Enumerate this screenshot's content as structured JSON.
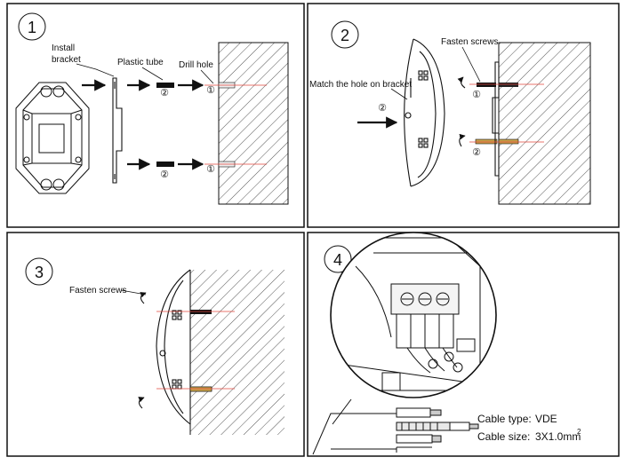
{
  "steps": [
    {
      "number": "1",
      "labels": {
        "install_bracket_line1": "Install",
        "install_bracket_line2": "bracket",
        "plastic_tube": "Plastic tube",
        "drill_hole": "Drill hole"
      },
      "markers": [
        "②",
        "①",
        "②",
        "①"
      ]
    },
    {
      "number": "2",
      "labels": {
        "fasten_screws": "Fasten screws",
        "match_hole": "Match the hole on bracket"
      },
      "markers": [
        "②",
        "①",
        "②"
      ]
    },
    {
      "number": "3",
      "labels": {
        "fasten_screws": "Fasten screws"
      }
    },
    {
      "number": "4",
      "cable_type_label": "Cable type:",
      "cable_type_value": "VDE",
      "cable_size_label": "Cable size:",
      "cable_size_value": "3X1.0mm",
      "cable_size_sup": "2"
    }
  ],
  "colors": {
    "line": "#111111",
    "guide": "#e0463c",
    "hatch": "#555555",
    "plug": "#c9a24a"
  }
}
